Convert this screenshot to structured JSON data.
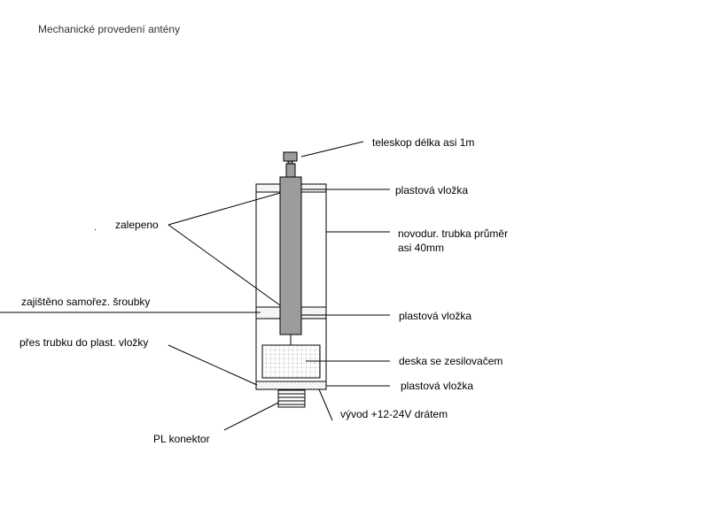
{
  "title": "Mechanické provedení antény",
  "labels": {
    "telescope": "teleskop délka asi 1m",
    "insert_top": "plastová vložka",
    "tube_line1": "novodur. trubka průměr",
    "tube_line2": "asi 40mm",
    "glued": "zalepeno",
    "secured_line1": "zajištěno samořez. šroubky",
    "secured_line2": "přes trubku do plast. vložky",
    "insert_middle": "plastová vložka",
    "amp_board": "deska se zesilovačem",
    "insert_bottom": "plastová vložka",
    "power_lead": "vývod +12-24V drátem",
    "pl_connector": "PL konektor"
  }
}
